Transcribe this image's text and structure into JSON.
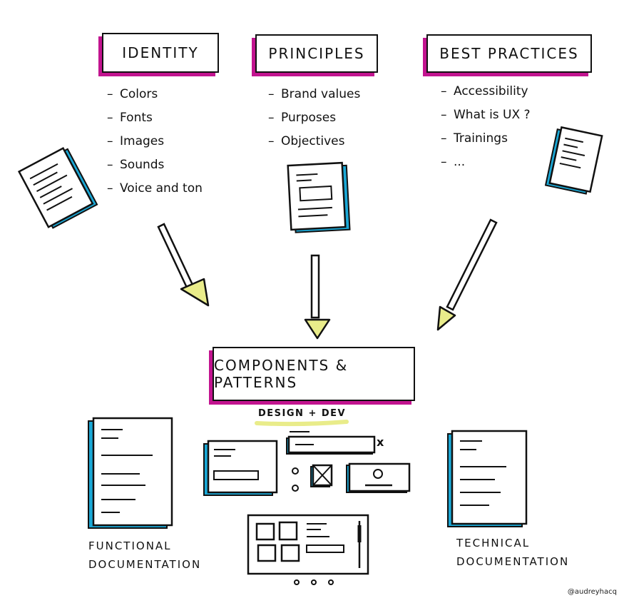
{
  "identity": {
    "title": "iDENTITY",
    "items": [
      "Colors",
      "Fonts",
      "Images",
      "Sounds",
      "Voice and ton"
    ]
  },
  "principles": {
    "title": "PRINCIPLES",
    "items": [
      "Brand values",
      "Purposes",
      "Objectives"
    ]
  },
  "best_practices": {
    "title": "BEST PRACTICES",
    "items": [
      "Accessibility",
      "What is UX ?",
      "Trainings",
      "..."
    ]
  },
  "components": {
    "title": "COMPONENTS & PATTERNS",
    "subtitle": "DESIGN + DEV",
    "close_mark": "x"
  },
  "functional_doc": {
    "line1": "FUNCTiONAL",
    "line2": "DOCUMENTATiON"
  },
  "technical_doc": {
    "line1": "TECHNiCAL",
    "line2": "DOCUMENTATiON"
  },
  "credit": "@audreyhacq",
  "colors": {
    "magenta": "#c2148f",
    "cyan": "#1aa8d6",
    "yellow": "#e9ec8a"
  }
}
